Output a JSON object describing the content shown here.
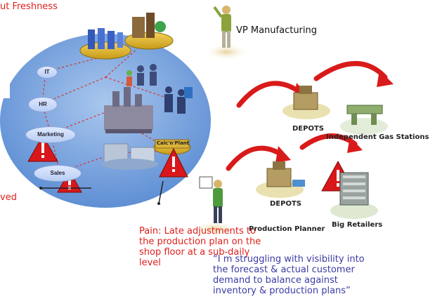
{
  "top_left_text": "ut Freshness",
  "vp_label": "VP Manufacturing",
  "left_cut_text": "ved",
  "pain_text": "Pain: Late adjustments to the production plan on the shop floor at a sub-daily level",
  "quote_text": "“I m struggling with visibility into the forecast & actual customer demand to balance against inventory & production plans”",
  "network": {
    "it": "IT",
    "hr": "HR",
    "marketing": "Marketing",
    "sales": "Sales",
    "plant": "Calc'n'Plant"
  },
  "supply_chain": {
    "depots_top": "DEPOTS",
    "gas_stations": "Independent Gas Stations",
    "depots_bottom": "DEPOTS",
    "retailers": "Big Retailers",
    "planner": "Production Planner"
  },
  "colors": {
    "accent_red": "#e0201c",
    "quote_blue": "#3b3ba6",
    "ellipse_blue": "#6a98d8"
  }
}
